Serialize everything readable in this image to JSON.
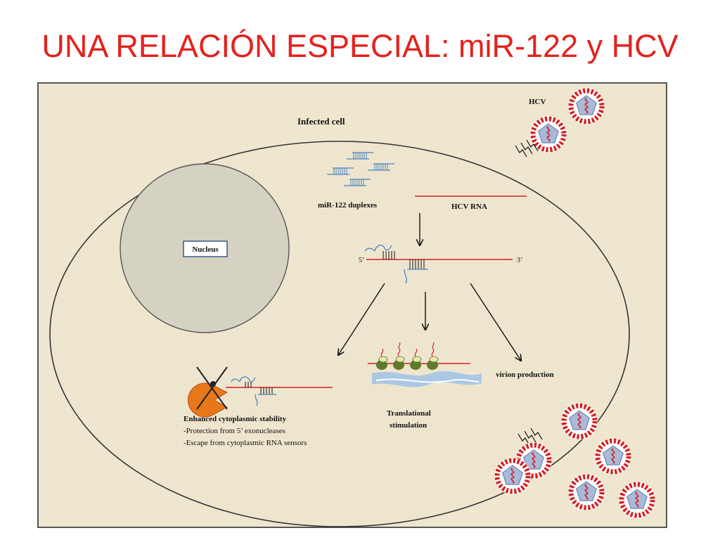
{
  "slide": {
    "title": "UNA RELACIÓN ESPECIAL: miR-122 y HCV"
  },
  "figure": {
    "infected_cell_label": "Infected cell",
    "nucleus_label": "Nucleus",
    "hcv_label": "HCV",
    "duplexes_label": "miR-122 duplexes",
    "hcv_rna_label": "HCV RNA",
    "five_prime": "5’",
    "three_prime": "3’",
    "stability": {
      "title": "Enhanced cytoplasmic stability",
      "line1": "-Protection from 5’ exonucleases",
      "line2": "-Escape from cytoplasmic RNA sensors"
    },
    "translational": {
      "line1": "Translational",
      "line2": "stimulation"
    },
    "virion_label": "virion production"
  },
  "colors": {
    "title": "#e3221d",
    "rna_red": "#d42020",
    "mirna_blue": "#4b85c0",
    "cell_fill": "#efe6d0",
    "nucleus_fill": "#d6d2c2",
    "exonuclease": "#e8771c",
    "ribosome_green": "#5f7a2a",
    "virion_pentagon": "#a9b9d8"
  }
}
